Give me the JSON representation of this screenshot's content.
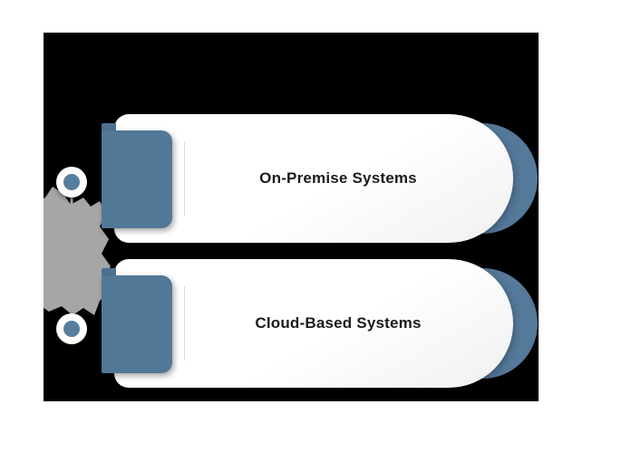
{
  "diagram": {
    "type": "two-item-list-infographic",
    "background_color": "#000000",
    "page_background": "#ffffff",
    "accent_color": "#55799a",
    "accent_dark_color": "#4d7291",
    "blob_color": "#a6a6a6",
    "card_color": "#ffffff",
    "text_color": "#1b1b1b",
    "items": [
      {
        "label": "On-Premise Systems",
        "marker_icon": "bullet-circle-icon",
        "tab_icon": "blue-tab-shape"
      },
      {
        "label": "Cloud-Based Systems",
        "marker_icon": "bullet-circle-icon",
        "tab_icon": "blue-tab-shape"
      }
    ],
    "decoration": {
      "blob_icon": "starburst-blob-shape",
      "connector_icon": "vertical-connector-line"
    }
  }
}
